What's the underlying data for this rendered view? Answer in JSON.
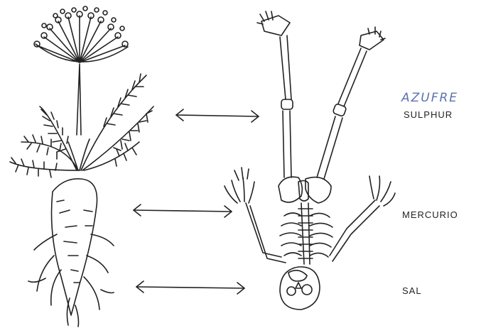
{
  "labels": {
    "sulphur_handwritten": "AZUFRE",
    "sulphur": "SULPHUR",
    "mercury": "MERCURIO",
    "salt": "SAL"
  },
  "colors": {
    "ink": "#222222",
    "handwriting": "#5a72b0",
    "paper": "#ffffff"
  }
}
